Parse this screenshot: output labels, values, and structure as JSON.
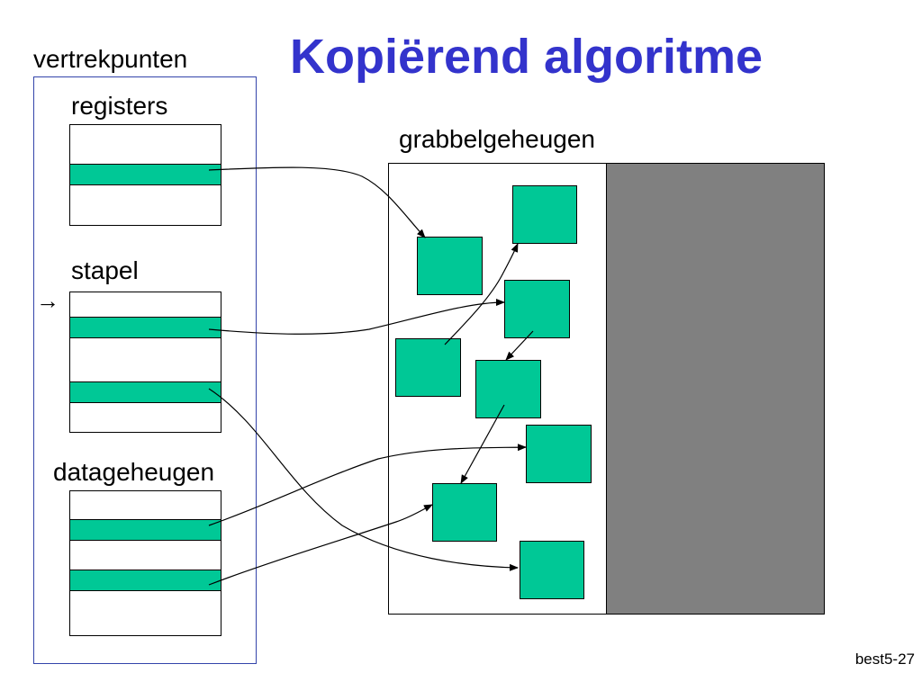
{
  "slide": {
    "title": "Kopiërend algoritme",
    "page_number": "best5-27"
  },
  "roots": {
    "label": "vertrekpunten",
    "registers_label": "registers",
    "stack_label": "stapel",
    "data_label": "datageheugen",
    "stack_pointer_glyph": "→"
  },
  "heap": {
    "label": "grabbelgeheugen"
  },
  "colors": {
    "title": "#3333cc",
    "object": "#00c896",
    "used_space": "#808080",
    "frame": "#3344aa"
  }
}
